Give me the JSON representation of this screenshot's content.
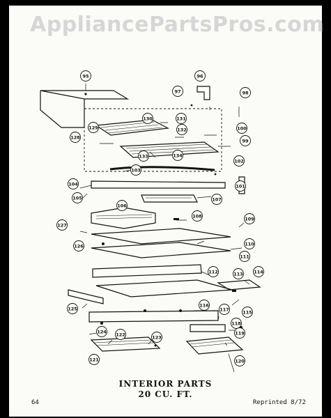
{
  "watermark": "AppliancePartsPros.com",
  "caption": {
    "title": "INTERIOR PARTS",
    "subtitle": "20 CU. FT."
  },
  "footer": {
    "page_number": "64",
    "reprinted": "Reprinted 8/72"
  },
  "part_labels": [
    "95",
    "96",
    "97",
    "98",
    "99",
    "100",
    "101",
    "102",
    "103",
    "104",
    "105",
    "106",
    "107",
    "108",
    "109",
    "110",
    "111",
    "112",
    "113",
    "114",
    "115",
    "116",
    "117",
    "118",
    "119",
    "120",
    "121",
    "122",
    "123",
    "124",
    "125",
    "126",
    "127",
    "128",
    "129",
    "130",
    "131",
    "132",
    "133",
    "134"
  ]
}
